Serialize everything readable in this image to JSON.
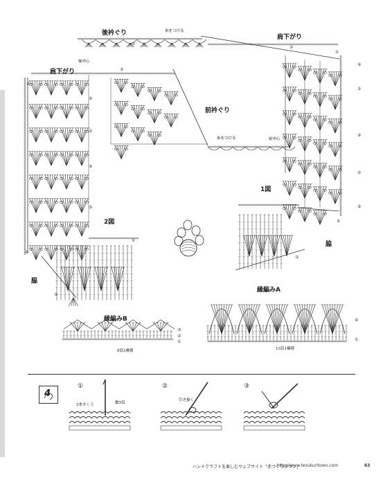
{
  "labels": {
    "back_neck": "後衿ぐり",
    "shoulder_drop_left": "肩下がり",
    "shoulder_drop_right": "肩下がり",
    "front_neck": "前衿ぐり",
    "fig1": "1図",
    "fig2": "2図",
    "side_left": "脇",
    "side_right": "脇",
    "edging_a": "縁編みA",
    "edging_b": "縁編みB"
  },
  "notes": {
    "yarn_join_1": "糸をつける",
    "yarn_join_2": "糸をつける",
    "back_center": "後中心",
    "front_center": "前中心",
    "pattern_8": "8目1模様",
    "pattern_10": "10目1模様"
  },
  "row_markers": [
    "①",
    "②",
    "③",
    "④",
    "⑤",
    "⑥",
    "⑦",
    "⑧",
    "⑨"
  ],
  "steps": {
    "icon_label": "4",
    "step1": "①",
    "step2": "②",
    "step3": "③",
    "step1_note_a": "2本すくう",
    "step1_note_b": "鎖3目",
    "step2_note": "引き抜く"
  },
  "footer": {
    "text": "ハンドクラフトを楽しむウェブサイト「手づくりタウン」",
    "url": "http://www.tezukuritown.com",
    "page": "63"
  }
}
